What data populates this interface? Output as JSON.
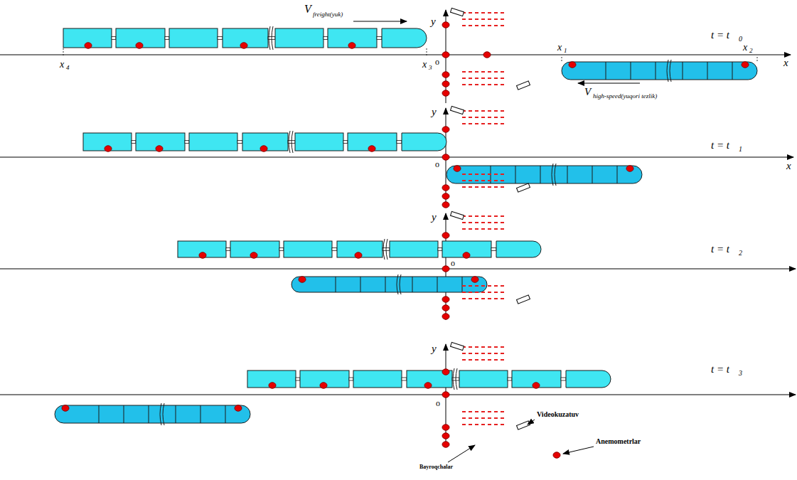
{
  "diagram": {
    "labels": [
      "V",
      "freight(yuk)",
      "y",
      "t = t",
      "0",
      "x",
      "1",
      "x",
      "2",
      "x",
      "x",
      "4",
      "x",
      "3",
      "o",
      "V",
      "high-speed(yuqori tezlik)",
      "y",
      "t = t",
      "1",
      "o",
      "x",
      "y",
      "t = t",
      "2",
      "o",
      "y",
      "t = t",
      "3",
      "o",
      "Videokuzatuv",
      "Anemometrlar",
      "Bayroqchalar"
    ]
  }
}
